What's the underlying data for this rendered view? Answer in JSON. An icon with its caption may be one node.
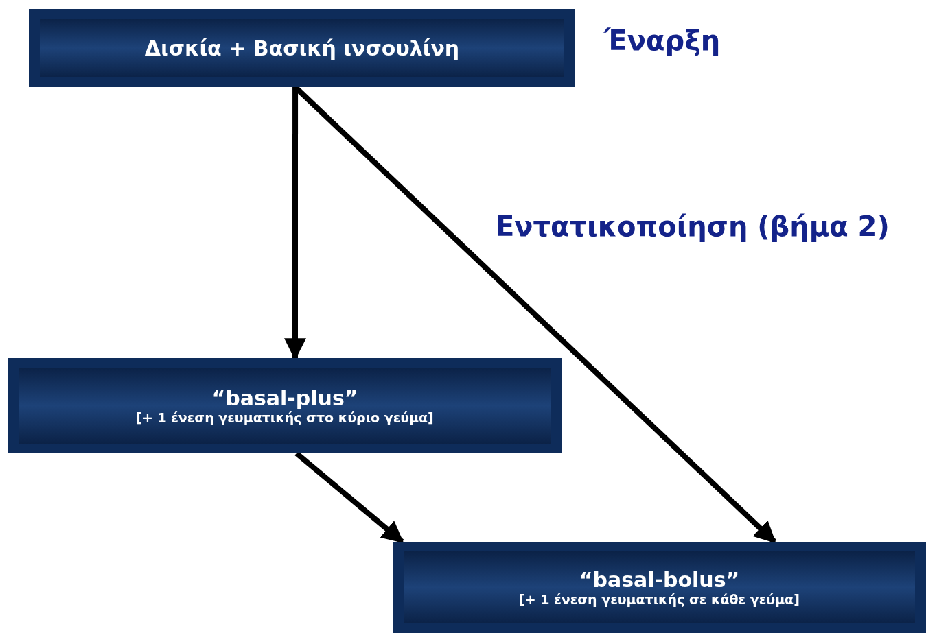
{
  "diagram": {
    "nodes": [
      {
        "text": [
          "Δισκία + Βασική ινσουλίνη"
        ],
        "beside": [
          "Έναρξη"
        ]
      },
      {
        "text": [
          "“basal-plus”",
          "[+ 1 ένεση γευματικής στο κύριο γεύμα]"
        ]
      },
      {
        "text": [
          "“basal-bolus”",
          "[+ 1 ένεση γευματικής σε κάθε γεύμα]"
        ]
      }
    ],
    "edges": [
      {
        "from": 0,
        "to": 1,
        "arrow": "to"
      },
      {
        "from": 0,
        "to": 2,
        "arrow": "to"
      },
      {
        "from": 1,
        "to": 2,
        "arrow": "to"
      }
    ],
    "labels": [
      "Εντατικοποίηση (βήμα 2)"
    ]
  }
}
